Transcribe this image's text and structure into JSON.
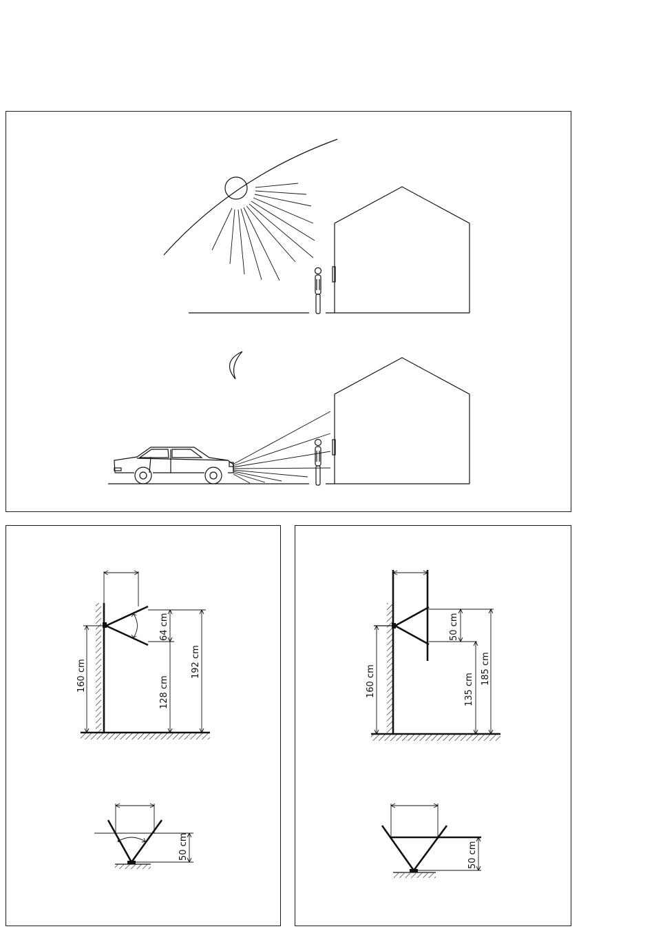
{
  "left_panel": {
    "side_view": {
      "height_mount": "160 cm",
      "vertical_range": "64 cm",
      "lower_height": "128 cm",
      "upper_height": "192 cm"
    },
    "top_view": {
      "depth": "50 cm"
    }
  },
  "right_panel": {
    "side_view": {
      "height_mount": "160 cm",
      "vertical_range": "50 cm",
      "lower_height": "135 cm",
      "upper_height": "185 cm"
    },
    "top_view": {
      "depth": "50 cm"
    }
  }
}
